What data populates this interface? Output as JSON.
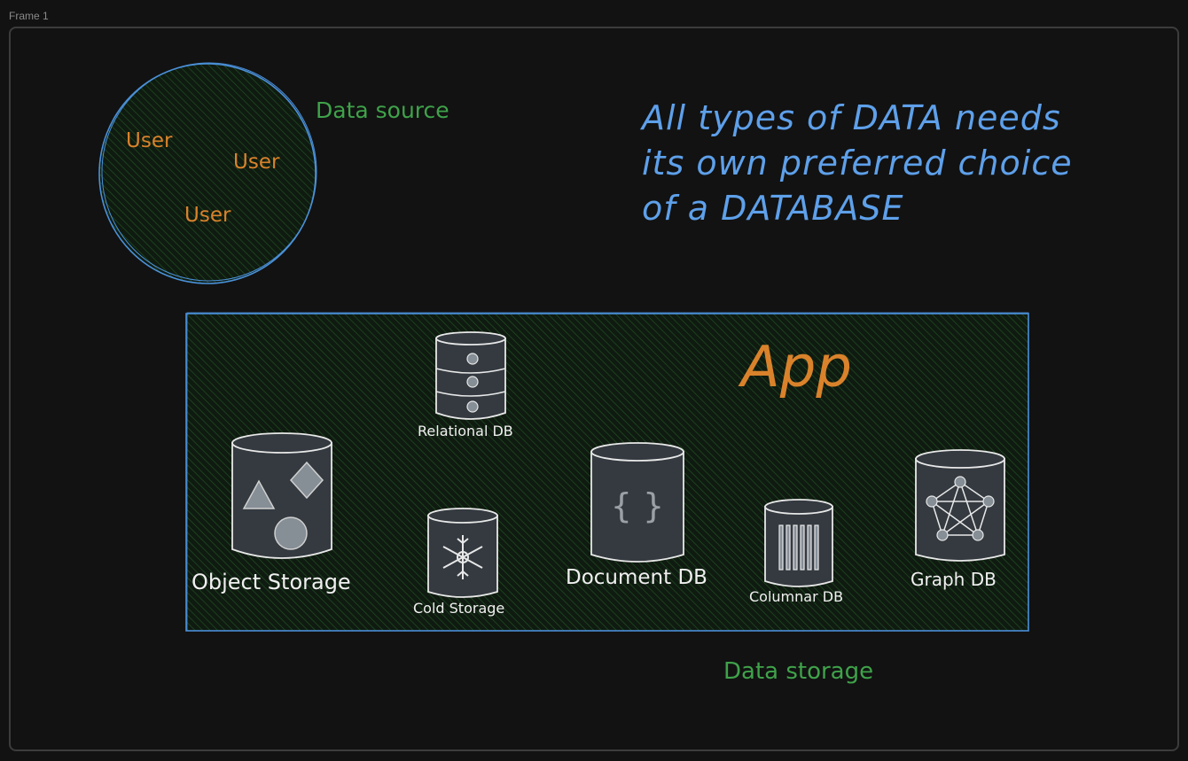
{
  "frame": {
    "label": "Frame 1"
  },
  "source": {
    "label": "Data source",
    "users": [
      "User",
      "User",
      "User"
    ]
  },
  "headline": {
    "lines": [
      "All types of DATA needs",
      "its own preferred choice",
      "of a DATABASE"
    ]
  },
  "app": {
    "title": "App",
    "storage_label": "Data storage",
    "databases": {
      "object": "Object Storage",
      "relational": "Relational DB",
      "cold": "Cold Storage",
      "document": "Document DB",
      "document_symbol": "{ }",
      "columnar": "Columnar DB",
      "graph": "Graph DB"
    }
  },
  "colors": {
    "background": "#121212",
    "green_label": "#3fa24a",
    "orange": "#d9822b",
    "blue": "#5ea0ea",
    "cylinder_fill": "#343a40",
    "stroke": "#e8e8e8"
  }
}
